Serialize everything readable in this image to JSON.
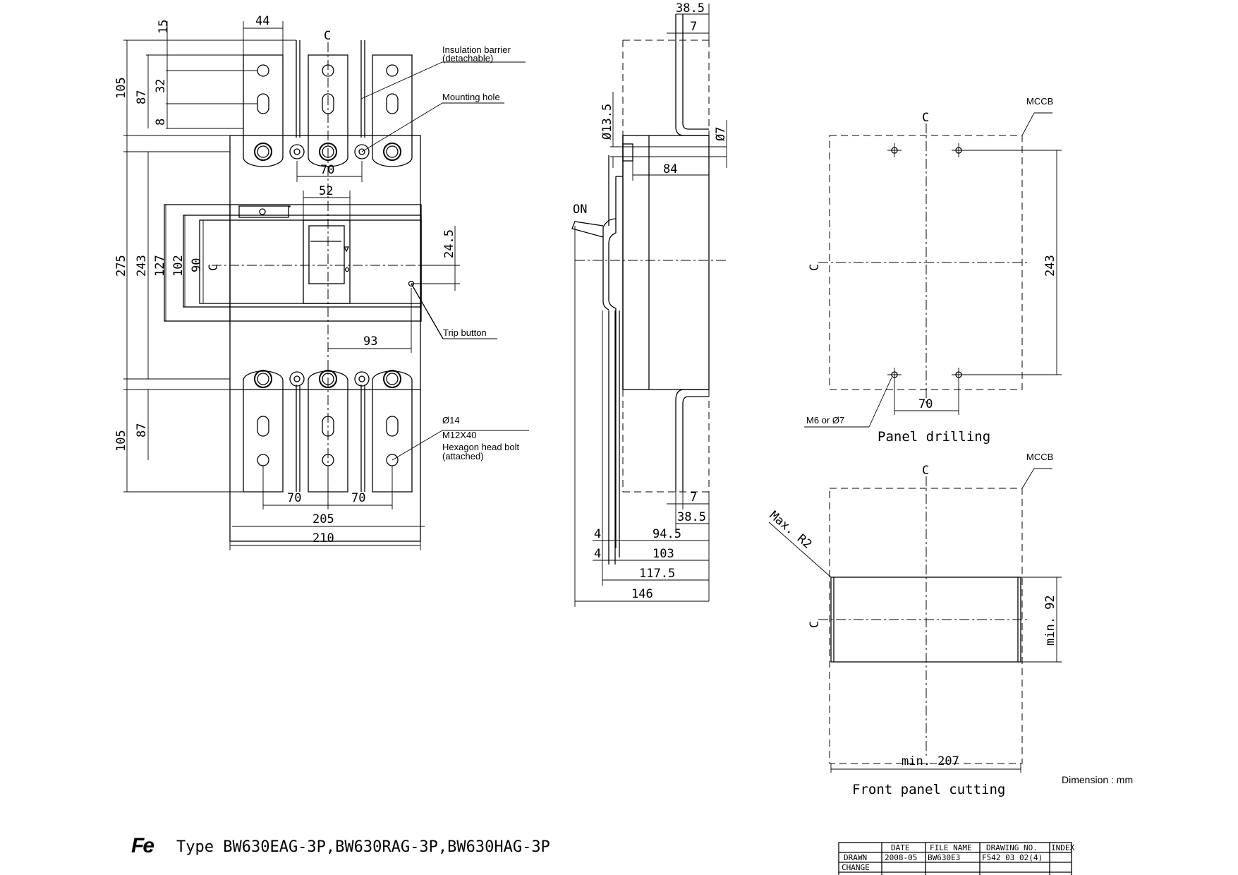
{
  "front_view": {
    "dims": {
      "d44": "44",
      "d15": "15",
      "d105_top": "105",
      "d87_top": "87",
      "d32": "32",
      "d8": "8",
      "d70_top": "70",
      "d52": "52",
      "d275": "275",
      "d243": "243",
      "d127": "127",
      "d102": "102",
      "d90": "90",
      "d24_5": "24.5",
      "d93": "93",
      "d105_bot": "105",
      "d87_bot": "87",
      "d70_bl": "70",
      "d70_br": "70",
      "d205": "205",
      "d210": "210"
    },
    "centerline": "C",
    "notes": {
      "insulation_1": "Insulation barrier",
      "insulation_2": "(detachable)",
      "mounting_hole": "Mounting hole",
      "trip_button": "Trip button",
      "bolt_1": "Ø14",
      "bolt_2": "M12X40",
      "bolt_3": "Hexagon head bolt",
      "bolt_4": "(attached)"
    }
  },
  "side_view": {
    "dims": {
      "d38_5_top": "38.5",
      "d7_top": "7",
      "d13_5": "Ø13.5",
      "d7_hole": "Ø7",
      "d84": "84",
      "d7_bot": "7",
      "d38_5_bot": "38.5",
      "d4_a": "4",
      "d94_5": "94.5",
      "d4_b": "4",
      "d103": "103",
      "d117_5": "117.5",
      "d146": "146"
    },
    "on_label": "ON"
  },
  "panel_drilling": {
    "caption": "Panel drilling",
    "mccb": "MCCB",
    "d243": "243",
    "d70": "70",
    "hole_note": "M6 or Ø7"
  },
  "front_panel_cutting": {
    "caption": "Front panel cutting",
    "mccb": "MCCB",
    "radius": "Max. R2",
    "d92": "min. 92",
    "d207": "min. 207"
  },
  "dimension_unit": "Dimension : mm",
  "logo": "Fe",
  "type_line": "Type BW630EAG-3P,BW630RAG-3P,BW630HAG-3P",
  "title_block": {
    "headers": [
      "",
      "DATE",
      "FILE NAME",
      "DRAWING NO.",
      "INDEX"
    ],
    "row_drawn": [
      "DRAWN",
      "2008-05",
      "BW630E3",
      "F542 03 02(4)",
      ""
    ],
    "row_change": [
      "CHANGE",
      "",
      "",
      "",
      ""
    ]
  }
}
